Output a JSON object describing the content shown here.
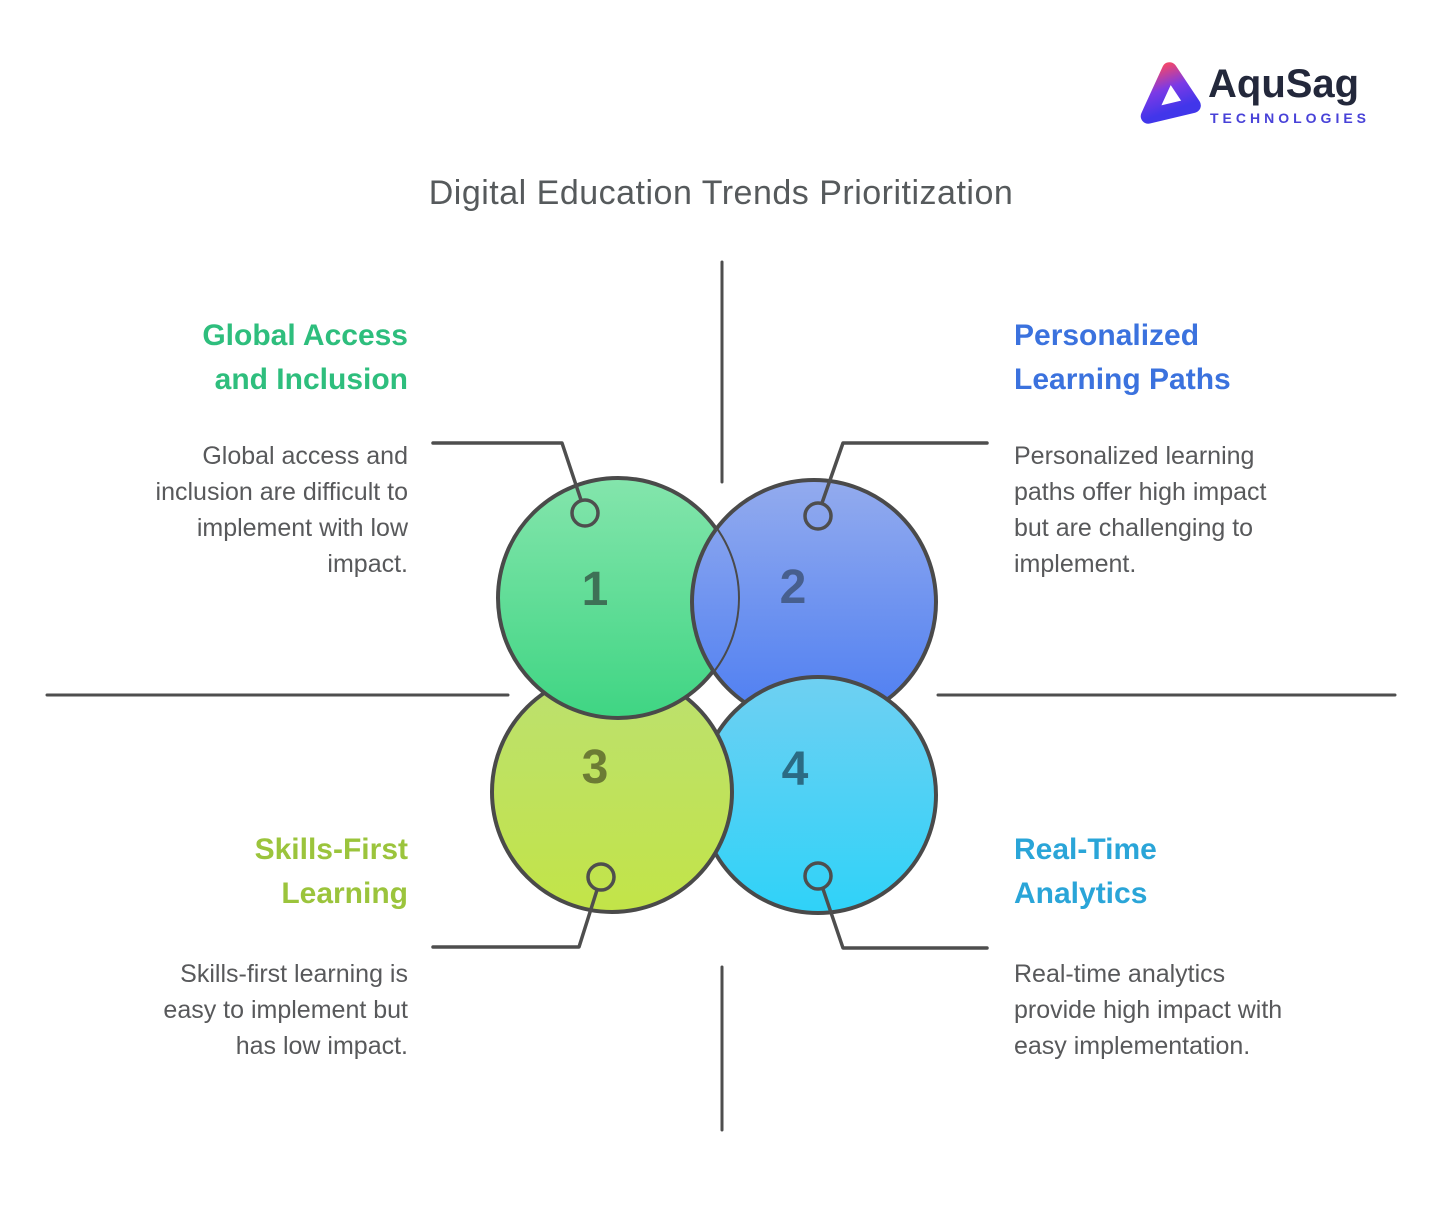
{
  "brand": {
    "name": "AquSag",
    "tagline": "TECHNOLOGIES"
  },
  "title": "Digital Education Trends Prioritization",
  "quadrants": {
    "top_left": {
      "number": "1",
      "heading": "Global Access\nand Inclusion",
      "description": "Global access and\ninclusion are difficult to\nimplement with low\nimpact.",
      "accent_color": "#2EBE7D",
      "circle_fill_top": "#84E5AC",
      "circle_fill_bottom": "#3FD583",
      "number_color": "#3E7156"
    },
    "top_right": {
      "number": "2",
      "heading": "Personalized\nLearning Paths",
      "description": "Personalized learning\npaths offer high impact\nbut are challenging to\nimplement.",
      "accent_color": "#3B72DE",
      "circle_fill_top": "#93ABEE",
      "circle_fill_bottom": "#4C7DF2",
      "number_color": "#475F8E"
    },
    "bottom_left": {
      "number": "3",
      "heading": "Skills-First\nLearning",
      "description": "Skills-first learning is\neasy to implement but\nhas low impact.",
      "accent_color": "#9BC43C",
      "circle_fill_top": "#BCE070",
      "circle_fill_bottom": "#C2E448",
      "number_color": "#6C7B34"
    },
    "bottom_right": {
      "number": "4",
      "heading": "Real-Time\nAnalytics",
      "description": "Real-time analytics\nprovide high impact with\neasy implementation.",
      "accent_color": "#2AA5D8",
      "circle_fill_top": "#6FD0F2",
      "circle_fill_bottom": "#2FD2F8",
      "number_color": "#2B6B84"
    }
  },
  "style": {
    "axis_line_color": "#4E4E4E",
    "connector_color": "#4E4E4E",
    "circle_stroke_color": "#4A4A4A",
    "body_text_color": "#58595B",
    "title_color": "#565A5C",
    "logo_name_color": "#23283B",
    "logo_tagline_color": "#4842D8"
  }
}
